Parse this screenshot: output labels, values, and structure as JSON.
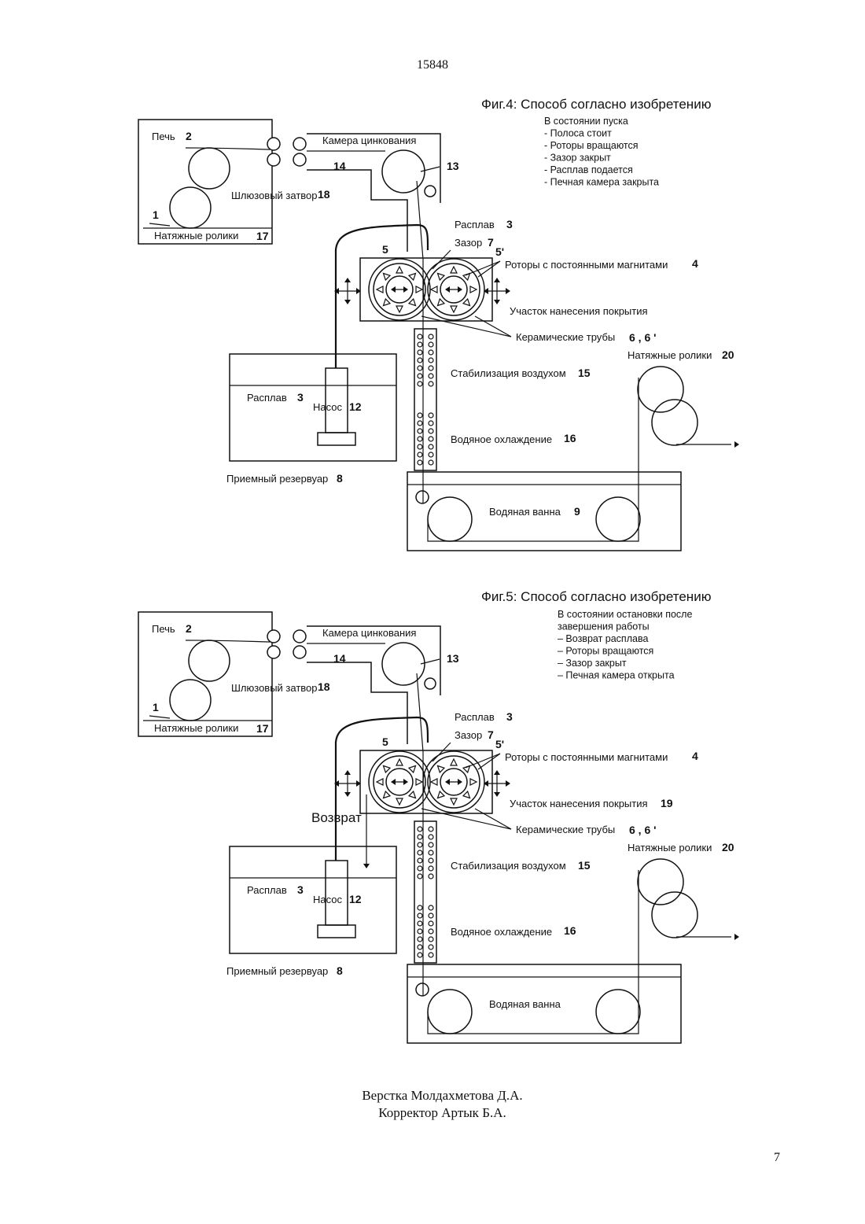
{
  "page_number": "15848",
  "figures": [
    {
      "title": "Фиг.4: Способ согласно изобретению",
      "state": [
        "В состоянии пуска",
        "- Полоса стоит",
        "- Роторы вращаются",
        "- Зазор закрыт",
        "- Расплав подается",
        "- Печная камера закрыта"
      ],
      "labels": {
        "furnace": "Печь",
        "furnace_num": "2",
        "chamber": "Камера цинкования",
        "n14": "14",
        "n13": "13",
        "lock": "Шлюзовый затвор",
        "lock_num": "18",
        "n1": "1",
        "tension17": "Натяжные ролики",
        "tension17_num": "17",
        "melt": "Расплав",
        "melt_num": "3",
        "gap": "Зазор",
        "gap_num": "7",
        "n5p": "5'",
        "n5": "5",
        "rotors": "Роторы с постоянными магнитами",
        "rotors_num": "4",
        "coating": "Участок нанесения покрытия",
        "coating_num": "",
        "ceramic": "Керамические трубы",
        "ceramic_num": "6 , 6 '",
        "tension20": "Натяжные ролики",
        "tension20_num": "20",
        "air": "Стабилизация воздухом",
        "air_num": "15",
        "tank_melt": "Расплав",
        "tank_melt_num": "3",
        "pump": "Насос",
        "pump_num": "12",
        "water_cool": "Водяное охлаждение",
        "water_cool_num": "16",
        "reservoir": "Приемный резервуар",
        "reservoir_num": "8",
        "bath": "Водяная ванна",
        "bath_num": "9",
        "return": ""
      }
    },
    {
      "title": "Фиг.5: Способ согласно изобретению",
      "state": [
        "В состоянии остановки после",
        "завершения работы",
        "– Возврат расплава",
        "– Роторы вращаются",
        "– Зазор закрыт",
        "– Печная камера открыта"
      ],
      "labels": {
        "furnace": "Печь",
        "furnace_num": "2",
        "chamber": "Камера цинкования",
        "n14": "14",
        "n13": "13",
        "lock": "Шлюзовый затвор",
        "lock_num": "18",
        "n1": "1",
        "tension17": "Натяжные ролики",
        "tension17_num": "17",
        "melt": "Расплав",
        "melt_num": "3",
        "gap": "Зазор",
        "gap_num": "7",
        "n5p": "5'",
        "n5": "5",
        "rotors": "Роторы с постоянными магнитами",
        "rotors_num": "4",
        "coating": "Участок нанесения покрытия",
        "coating_num": "19",
        "ceramic": "Керамические трубы",
        "ceramic_num": "6 , 6 '",
        "tension20": "Натяжные ролики",
        "tension20_num": "20",
        "air": "Стабилизация воздухом",
        "air_num": "15",
        "tank_melt": "Расплав",
        "tank_melt_num": "3",
        "pump": "Насос",
        "pump_num": "12",
        "water_cool": "Водяное охлаждение",
        "water_cool_num": "16",
        "reservoir": "Приемный резервуар",
        "reservoir_num": "8",
        "bath": "Водяная ванна",
        "bath_num": "",
        "return": "Возврат"
      }
    }
  ],
  "credits": [
    "Верстка Молдахметова Д.А.",
    "Корректор Артык Б.А."
  ],
  "footer_page": "7"
}
